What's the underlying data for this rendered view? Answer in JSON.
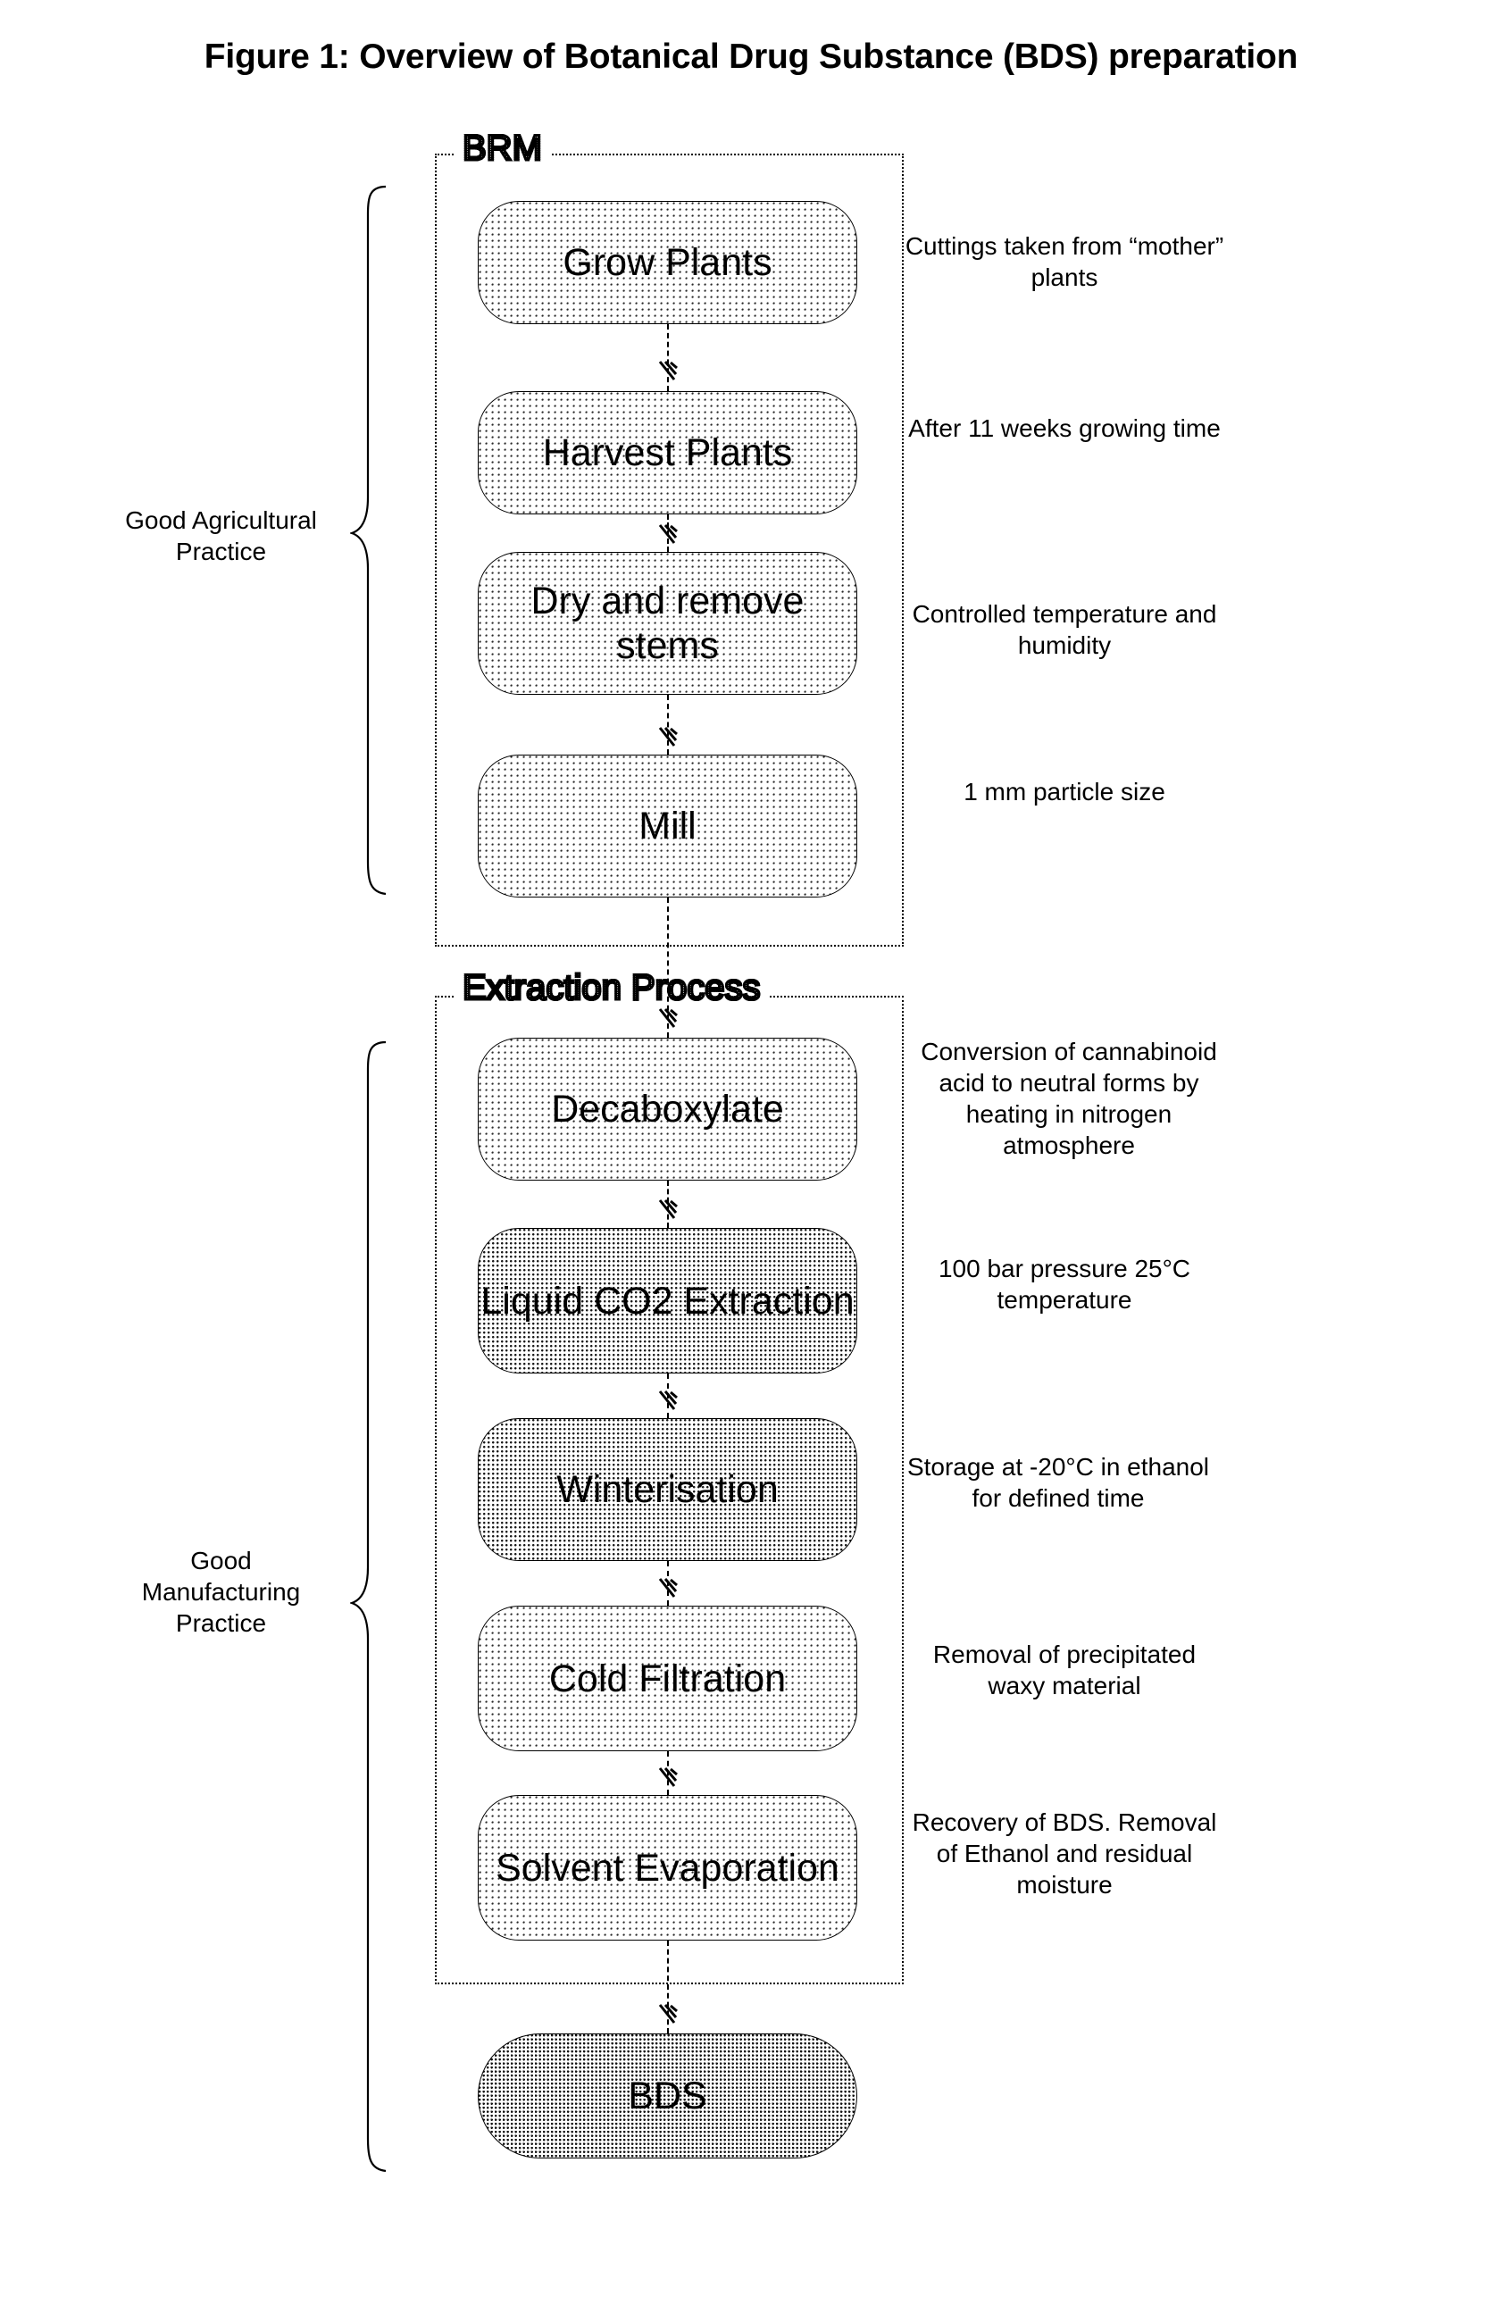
{
  "figure": {
    "title": "Figure 1: Overview of Botanical Drug Substance (BDS) preparation"
  },
  "groups": [
    {
      "id": "brm",
      "label": "BRM"
    },
    {
      "id": "extraction",
      "label": "Extraction Process"
    }
  ],
  "brackets": [
    {
      "id": "gap",
      "label_line1": "Good Agricultural",
      "label_line2": "Practice"
    },
    {
      "id": "gmp",
      "label_line1": "Good",
      "label_line2": "Manufacturing",
      "label_line3": "Practice"
    }
  ],
  "nodes": [
    {
      "id": "grow-plants",
      "label": "Grow Plants",
      "group": "brm"
    },
    {
      "id": "harvest-plants",
      "label": "Harvest Plants",
      "group": "brm"
    },
    {
      "id": "dry-remove-stems",
      "label": "Dry and remove stems",
      "group": "brm"
    },
    {
      "id": "mill",
      "label": "Mill",
      "group": "brm"
    },
    {
      "id": "decaboxylate",
      "label": "Decaboxylate",
      "group": "extraction"
    },
    {
      "id": "liquid-co2",
      "label": "Liquid CO2 Extraction",
      "group": "extraction"
    },
    {
      "id": "winterisation",
      "label": "Winterisation",
      "group": "extraction"
    },
    {
      "id": "cold-filtration",
      "label": "Cold Filtration",
      "group": "extraction"
    },
    {
      "id": "solvent-evaporation",
      "label": "Solvent Evaporation",
      "group": "extraction"
    },
    {
      "id": "bds",
      "label": "BDS",
      "group": "output"
    }
  ],
  "annotations": [
    {
      "id": "ann-grow",
      "for": "grow-plants",
      "text": "Cuttings taken from “mother” plants"
    },
    {
      "id": "ann-harvest",
      "for": "harvest-plants",
      "text": "After 11 weeks growing time"
    },
    {
      "id": "ann-dry",
      "for": "dry-remove-stems",
      "text": "Controlled temperature and humidity"
    },
    {
      "id": "ann-mill",
      "for": "mill",
      "text": "1 mm particle size"
    },
    {
      "id": "ann-decab",
      "for": "decaboxylate",
      "text": "Conversion of cannabinoid acid to neutral forms by heating in nitrogen atmosphere"
    },
    {
      "id": "ann-co2",
      "for": "liquid-co2",
      "text": "100 bar pressure 25°C temperature"
    },
    {
      "id": "ann-winter",
      "for": "winterisation",
      "text": "Storage at -20°C in ethanol for defined time"
    },
    {
      "id": "ann-coldfilt",
      "for": "cold-filtration",
      "text": "Removal of precipitated waxy material"
    },
    {
      "id": "ann-solvent",
      "for": "solvent-evaporation",
      "text": "Recovery of BDS. Removal of Ethanol and residual moisture"
    }
  ],
  "colors": {
    "ink": "#000000",
    "paper": "#ffffff",
    "node_fill_light": "#fdfdfd",
    "node_fill_dense": "#f2f2f2"
  }
}
